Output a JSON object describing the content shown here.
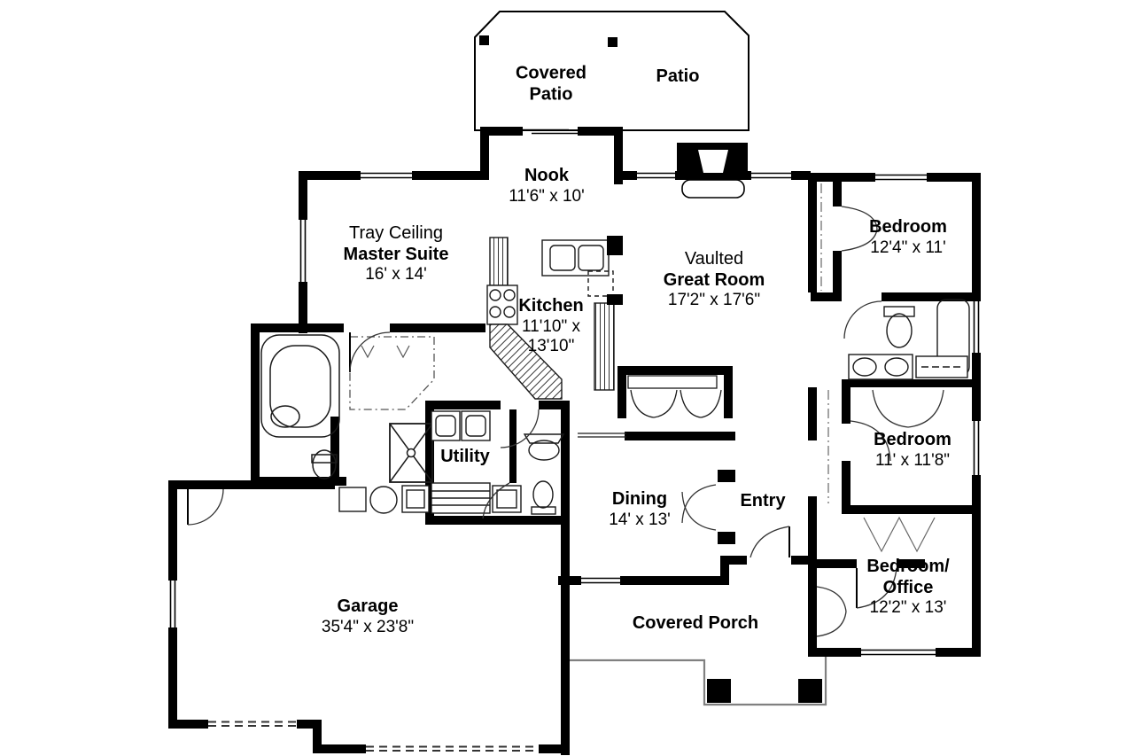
{
  "plan": {
    "covered_patio": {
      "line1": "Covered",
      "line2": "Patio"
    },
    "patio": {
      "name": "Patio"
    },
    "nook": {
      "name": "Nook",
      "dims": "11'6\" x 10'"
    },
    "master_suite": {
      "prefix": "Tray Ceiling",
      "name": "Master Suite",
      "dims": "16' x 14'"
    },
    "kitchen": {
      "name": "Kitchen",
      "dims_line1": "11'10\" x",
      "dims_line2": "13'10\""
    },
    "great_room": {
      "prefix": "Vaulted",
      "name": "Great Room",
      "dims": "17'2\" x 17'6\""
    },
    "bedroom_top": {
      "name": "Bedroom",
      "dims": "12'4\" x 11'"
    },
    "bedroom_mid": {
      "name": "Bedroom",
      "dims": "11' x 11'8\""
    },
    "bedroom_office": {
      "name_line1": "Bedroom/",
      "name_line2": "Office",
      "dims": "12'2\" x 13'"
    },
    "utility": {
      "name": "Utility"
    },
    "dining": {
      "name": "Dining",
      "dims": "14' x 13'"
    },
    "entry": {
      "name": "Entry"
    },
    "garage": {
      "name": "Garage",
      "dims": "35'4\" x 23'8\""
    },
    "covered_porch": {
      "name": "Covered Porch"
    }
  },
  "colors": {
    "wall": "#000000",
    "background": "#ffffff",
    "thin_outline": "#808080"
  }
}
